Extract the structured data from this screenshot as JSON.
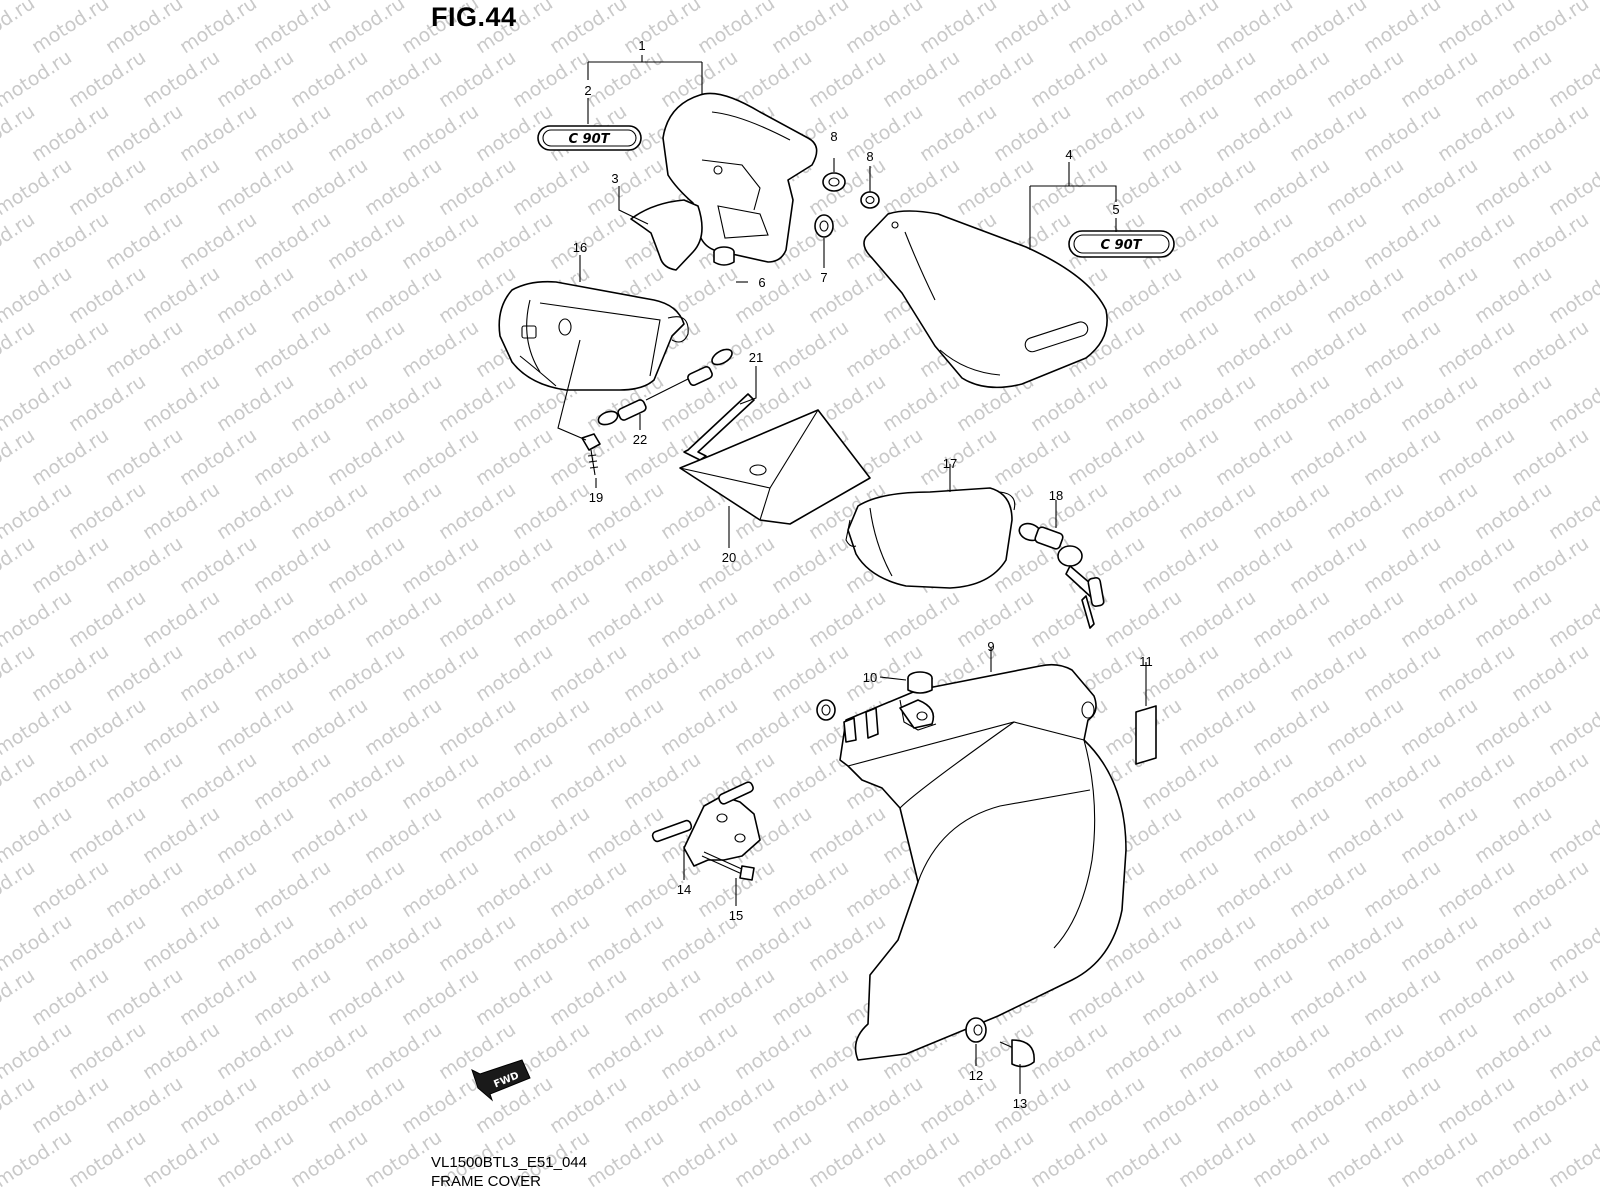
{
  "figure": {
    "title": "FIG.44",
    "model_code": "VL1500BTL3_E51_044",
    "section_name": "FRAME COVER"
  },
  "watermark": "motod.ru",
  "direction_arrow": "FWD",
  "emblem_text": "C 90T",
  "callouts": [
    "1",
    "2",
    "3",
    "4",
    "5",
    "6",
    "7",
    "8",
    "8",
    "9",
    "10",
    "11",
    "12",
    "13",
    "14",
    "15",
    "16",
    "17",
    "18",
    "19",
    "20",
    "21",
    "22"
  ]
}
